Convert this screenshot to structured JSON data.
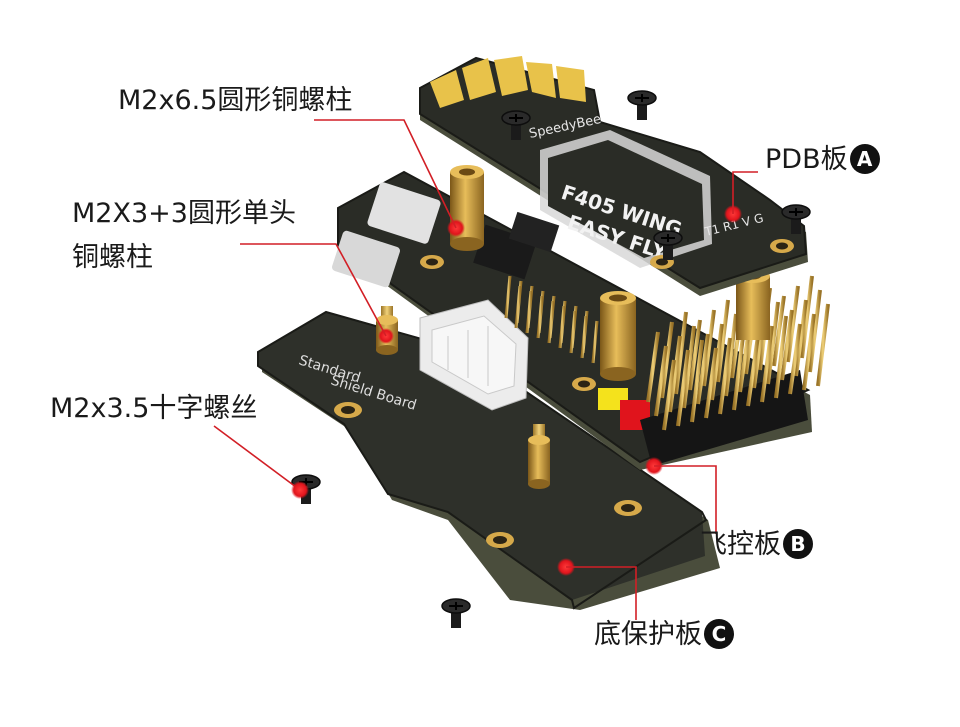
{
  "labels": {
    "standoff_65": "M2x6.5圆形铜螺柱",
    "standoff_3_line1": "M2X3+3圆形单头",
    "standoff_3_line2": "铜螺柱",
    "screw": "M2x3.5十字螺丝",
    "pdb": "PDB板",
    "pdb_badge": "A",
    "fc": "飞控板",
    "fc_badge": "B",
    "bottom": "底保护板",
    "bottom_badge": "C"
  },
  "board_text": {
    "pdb_brand": "SpeedyBee",
    "pdb_model": "F405 WING",
    "pdb_sub": "EASY FLY",
    "pdb_pins": "T1 R1 V G",
    "shield_line1": "Standard",
    "shield_line2": "Shield Board"
  },
  "colors": {
    "pcb": "#2a2c26",
    "pcb_edge": "#1a1b17",
    "pcb_side": "#4a4d3c",
    "brass": "#c89a3a",
    "gold_pad": "#e8c24a",
    "marker": "#e0141c",
    "leader": "#d21f26",
    "badge": "#111111"
  }
}
